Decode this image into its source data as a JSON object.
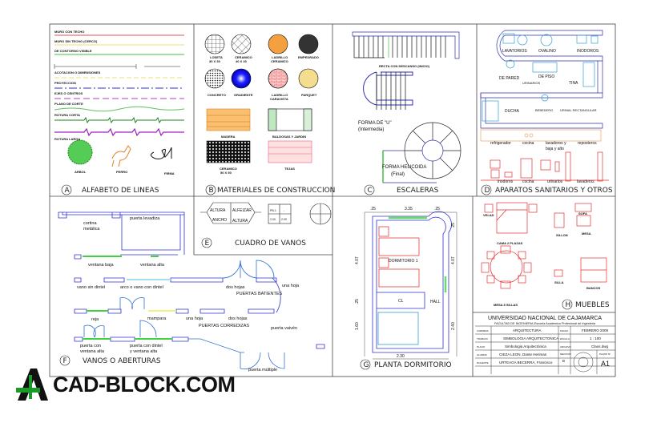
{
  "panels": {
    "a": {
      "letter": "A",
      "title": "ALFABETO DE LINEAS",
      "lines": [
        "MURO CON TECHO",
        "MURO SIN TECHO (CERCO)",
        "DE CONTORNO VISIBLE",
        "ACOTACION O DIMENSIONES",
        "PROYECCION",
        "EJES O CENTROS",
        "PLANO DE CORTE",
        "ROTURA CORTA",
        "ROTURA LARGA"
      ],
      "line_colors": [
        "#e05050",
        "#e8e070",
        "#40c040",
        "#222222",
        "#e8e070",
        "#3030d0",
        "#b040c0",
        "#60c060",
        "#208020",
        "#a020c0"
      ],
      "items": [
        "ARBOL",
        "PERRO",
        "FIRMA"
      ]
    },
    "b": {
      "letter": "B",
      "title": "MATERIALES DE CONSTRUCCION",
      "materials": [
        "LOSETA",
        "30 X 30",
        "CERAMICO",
        "40 X 40",
        "LADRILLO",
        "CERAMICO",
        "EMPEDRADO",
        "CONCRETO",
        "GRADIENTE",
        "LADRILLO",
        "CARAVISTA",
        "PARQUET",
        "MADERA",
        "BALDOSAS Y JARDIN",
        "CERAMICO",
        "50 X 50",
        "TEJAS"
      ]
    },
    "c": {
      "letter": "C",
      "title": "ESCALERAS",
      "labels": [
        "RECTA CON DESCANSO (INICIO)",
        "FORMA DE \"U\"",
        "(Intermedia)",
        "FORMA HELICOIDA",
        "(Final)"
      ]
    },
    "d": {
      "letter": "D",
      "title": "APARATOS SANITARIOS Y OTROS",
      "labels": [
        "LAVATORIOS",
        "OVALINO",
        "INODOROS",
        "DE PARED",
        "DE PISO",
        "URINARIOS",
        "TINA",
        "DUCHA",
        "BEBEDERO",
        "URINAL RECTANGULAR",
        "refrigerador",
        "cocina",
        "lavaderos y",
        "baja y alto",
        "reposteros",
        "inodoros",
        "cocina",
        "urinarios",
        "lavaderos"
      ]
    },
    "e": {
      "letter": "E",
      "title": "CUADRO DE VANOS",
      "labels": [
        "ALTURA",
        "ALFEIZAR",
        "ANCHO",
        "ALTURA",
        "PB-1",
        "-",
        "2.00",
        "2.00"
      ]
    },
    "f": {
      "letter": "F",
      "title": "VANOS O ABERTURAS",
      "labels": [
        "cortina",
        "metálica",
        "puerta levadiza",
        "ventana baja",
        "ventana alta",
        "vano sin dintel",
        "arco o vano con dintel",
        "dos hojas",
        "una hoja",
        "PUERTAS BATIENTES",
        "reja",
        "mampara",
        "una hoja",
        "dos hojas",
        "PUERTAS CORREDIZAS",
        "puerta vaivén",
        "puerta con",
        "ventana alta",
        "puerta con dintel",
        "y ventana alta",
        "puerta múltiple"
      ]
    },
    "g": {
      "letter": "G",
      "title": "PLANTA DORMITORIO",
      "labels": [
        "3.35",
        ".25",
        ".25",
        "4.07",
        "4.07",
        "DORMITORIO 1",
        "CL",
        "HALL",
        "2.30",
        "2.40",
        "1.60",
        ".25",
        ".25"
      ]
    },
    "h": {
      "letter": "H",
      "title": "MUEBLES",
      "labels": [
        "VELAD",
        "CAMA 2 PLAZAS",
        "SOFA",
        "SILLON",
        "MESA",
        "MESA 8 SILLAS",
        "SILLA",
        "BANCOS"
      ]
    }
  },
  "title_block": {
    "university": "UNIVERSIDAD NACIONAL DE CAJAMARCA",
    "faculty": "FACULTAD DE INGENIERIA-Escuela Academico Profesional de Ingenieria",
    "rows": [
      {
        "k": "CARRERA",
        "v": "ARQUITECTURA"
      },
      {
        "k": "TRABAJO",
        "v": "SIMBOLOGIA ARQUITECTONICA"
      },
      {
        "k": "PLANO",
        "v": "Simbologia Arquitectónica"
      },
      {
        "k": "ALUMNO",
        "v": "CIEZA LEON, Dante Heriman"
      },
      {
        "k": "DOCENTE",
        "v": "URTEAGA BECERRA, Francisco"
      }
    ],
    "date_label": "FECHA",
    "date": "FEBRERO 2009",
    "scale_label": "ESCALA",
    "scale": "1 : 100",
    "file_label": "ARCHIVO",
    "file": "Claos.dwg",
    "section_label": "SECCION",
    "section": "B",
    "sheet_label": "PLANO N°",
    "sheet": "A1"
  },
  "logo": {
    "text": "CAD-BLOCK.COM",
    "color": "#1a9a2a"
  }
}
